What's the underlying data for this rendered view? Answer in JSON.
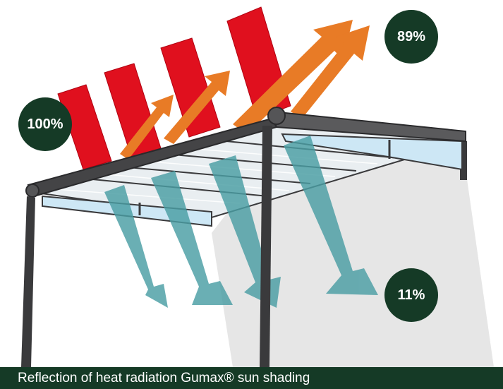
{
  "labels": {
    "incoming_percent": "100%",
    "reflected_percent": "89%",
    "transmitted_percent": "11%"
  },
  "caption": "Reflection of heat radiation Gumax® sun shading",
  "colors": {
    "incoming_arrows": "#e0101e",
    "reflected_arrows": "#e87b26",
    "transmitted_arrows": "#4a9ea4",
    "frame": "#3a3a3c",
    "badge": "#153a26",
    "caption_bar": "#153a26"
  }
}
